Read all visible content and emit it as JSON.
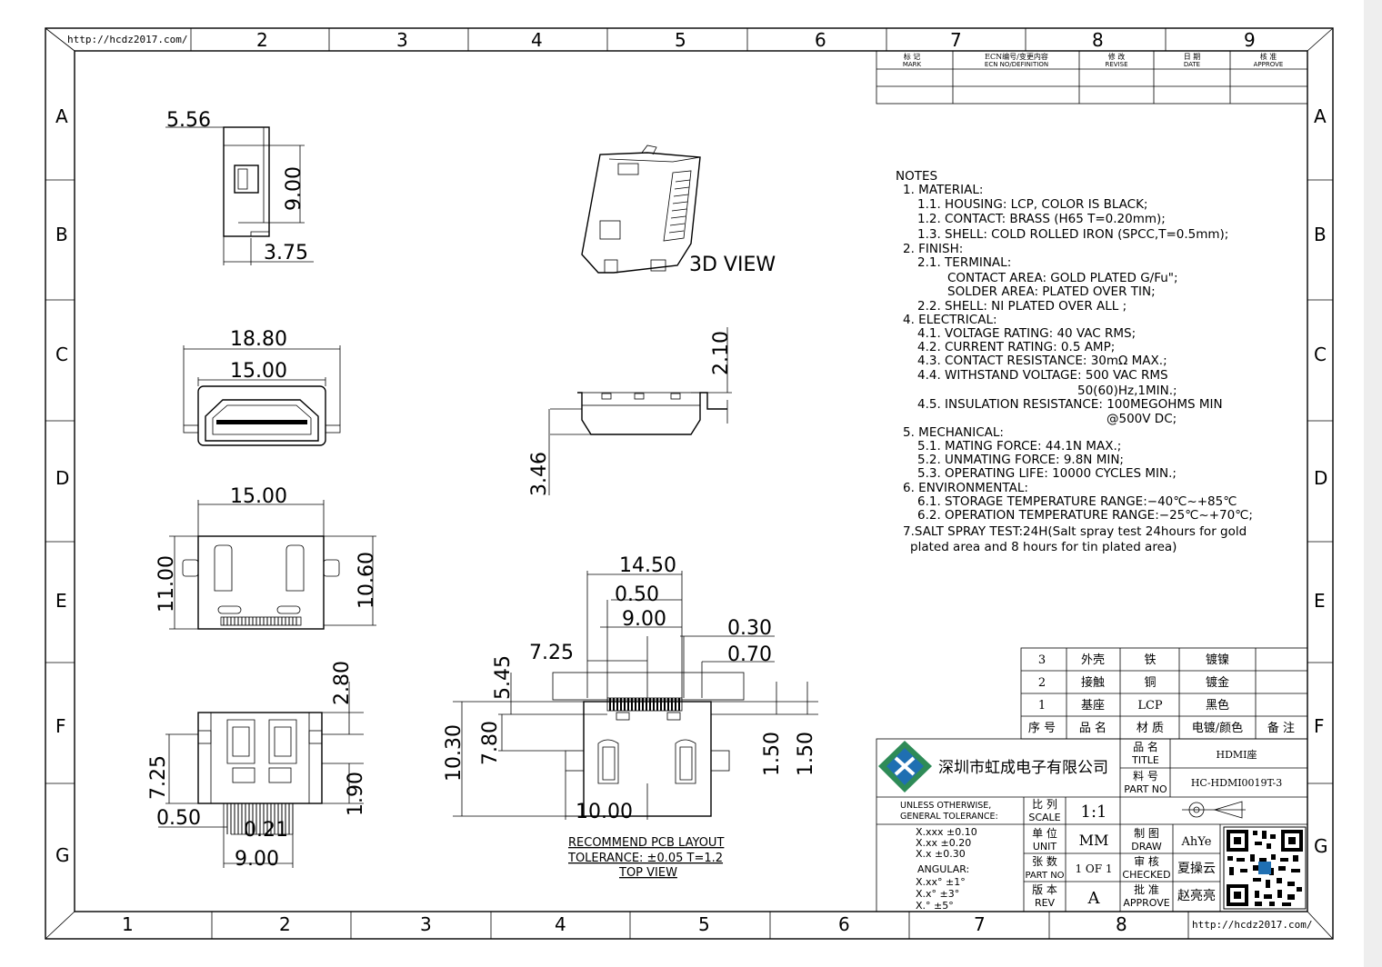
{
  "frame": {
    "url_top": "http://hcdz2017.com/",
    "url_bottom": "http://hcdz2017.com/",
    "col_top": [
      "2",
      "3",
      "4",
      "5",
      "6",
      "7",
      "8",
      "9"
    ],
    "col_bottom": [
      "1",
      "2",
      "3",
      "4",
      "5",
      "6",
      "7",
      "8"
    ],
    "rows": [
      "A",
      "B",
      "C",
      "D",
      "E",
      "F",
      "G"
    ]
  },
  "revision_table": {
    "headers": [
      {
        "cn": "标 记",
        "en": "MARK"
      },
      {
        "cn": "ECN编号/变更内容",
        "en": "ECN NO/DEFINITION"
      },
      {
        "cn": "修 改",
        "en": "REVISE"
      },
      {
        "cn": "日 期",
        "en": "DATE"
      },
      {
        "cn": "核 准",
        "en": "APPROVE"
      }
    ]
  },
  "notes": [
    "NOTES",
    "1. MATERIAL:",
    "1.1. HOUSING:  LCP, COLOR IS BLACK;",
    "1.2. CONTACT:  BRASS (H65  T=0.20mm);",
    "1.3. SHELL:  COLD ROLLED IRON (SPCC,T=0.5mm);",
    "2. FINISH:",
    "2.1. TERMINAL:",
    "CONTACT AREA:  GOLD PLATED G/Fu\";",
    "SOLDER  AREA:  PLATED OVER TIN;",
    "2.2. SHELL:  NI PLATED OVER ALL ;",
    "4. ELECTRICAL:",
    "4.1. VOLTAGE RATING:  40 VAC RMS;",
    "4.2. CURRENT RATING:  0.5 AMP;",
    "4.3. CONTACT RESISTANCE:  30mΩ MAX.;",
    "4.4. WITHSTAND VOLTAGE:  500 VAC RMS",
    "50(60)Hz,1MIN.;",
    "4.5. INSULATION RESISTANCE:  100MEGOHMS MIN",
    "@500V DC;",
    "5. MECHANICAL:",
    "5.1. MATING FORCE:  44.1N MAX.;",
    "5.2. UNMATING FORCE:  9.8N MIN;",
    "5.3. OPERATING LIFE:  10000 CYCLES MIN.;",
    "6. ENVIRONMENTAL:",
    "6.1. STORAGE TEMPERATURE RANGE:−40℃~+85℃",
    "6.2. OPERATION TEMPERATURE RANGE:−25℃~+70℃;",
    "7.SALT SPRAY TEST:24H(Salt spray test 24hours for gold",
    "plated area and 8 hours for tin plated area)"
  ],
  "dims": {
    "side_w": "5.56",
    "side_h": "9.00",
    "side_b": "3.75",
    "front_outer": "18.80",
    "front_inner": "15.00",
    "top_w": "15.00",
    "top_h1": "11.00",
    "top_h2": "10.60",
    "bot_h1": "2.80",
    "bot_h2": "7.25",
    "bot_h3": "1.90",
    "bot_w1": "0.50",
    "bot_w2": "0.21",
    "bot_w3": "9.00",
    "mid_h1": "2.10",
    "mid_h2": "3.46",
    "pcb_w": "14.50",
    "pcb_a": "0.50",
    "pcb_b": "9.00",
    "pcb_c": "0.30",
    "pcb_d": "7.25",
    "pcb_e": "0.70",
    "pcb_f": "5.45",
    "pcb_g": "10.30",
    "pcb_h": "7.80",
    "pcb_i": "1.50",
    "pcb_j": "1.50",
    "pcb_k": "10.00"
  },
  "labels": {
    "view3d": "3D VIEW",
    "pcb1": "RECOMMEND PCB LAYOUT",
    "pcb2": "TOLERANCE:  ±0.05  T=1.2",
    "pcb3": "TOP  VIEW"
  },
  "bom": {
    "rows": [
      [
        "3",
        "外壳",
        "铁",
        "镀镍"
      ],
      [
        "2",
        "接触",
        "铜",
        "镀金"
      ],
      [
        "1",
        "基座",
        "LCP",
        "黑色"
      ]
    ],
    "header": [
      "序 号",
      "品 名",
      "材 质",
      "电镀/颜色",
      "备 注"
    ]
  },
  "title_block": {
    "company": "深圳市虹成电子有限公司",
    "name_cn": "品 名",
    "name_en": "TITLE",
    "name_val": "HDMI座",
    "part_cn": "料 号",
    "part_en": "PART NO",
    "part_val": "HC-HDMI0019T-3",
    "tol1": "UNLESS    OTHERWISE,",
    "tol2": "GENERAL  TOLERANCE:",
    "tol_rows": [
      "X.xxx  ±0.10",
      "X.xx   ±0.20",
      "X.x     ±0.30"
    ],
    "angular": "ANGULAR:",
    "ang_rows": [
      "X.xx°    ±1°",
      "X.x°      ±3°",
      "X.°        ±5°"
    ],
    "scale_cn": "比 列",
    "scale_en": "SCALE",
    "scale_val": "1:1",
    "unit_cn": "单 位",
    "unit_en": "UNIT",
    "unit_val": "MM",
    "sheet_cn": "张 数",
    "sheet_en": "PART NO",
    "sheet_val": "1 OF 1",
    "rev_cn": "版 本",
    "rev_en": "REV",
    "rev_val": "A",
    "draw_cn": "制 图",
    "draw_en": "DRAW",
    "draw_val": "AhYe",
    "check_cn": "审 核",
    "check_en": "CHECKED",
    "check_val": "夏操云",
    "appr_cn": "批 准",
    "appr_en": "APPROVE",
    "appr_val": "赵亮亮"
  }
}
